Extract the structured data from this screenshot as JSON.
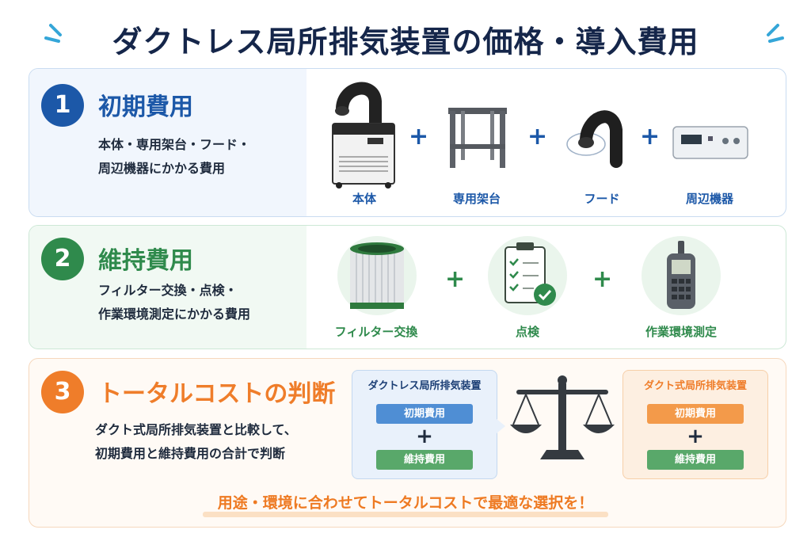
{
  "title": "ダクトレス局所排気装置の価格・導入費用",
  "section1": {
    "number": "1",
    "title": "初期費用",
    "desc_line1": "本体・専用架台・フード・",
    "desc_line2": "周辺機器にかかる費用",
    "items": [
      "本体",
      "専用架台",
      "フード",
      "周辺機器"
    ],
    "plus": "+"
  },
  "section2": {
    "number": "2",
    "title": "維持費用",
    "desc_line1": "フィルター交換・点検・",
    "desc_line2": "作業環境測定にかかる費用",
    "items": [
      "フィルター交換",
      "点検",
      "作業環境測定"
    ],
    "plus": "+"
  },
  "section3": {
    "number": "3",
    "title": "トータルコストの判断",
    "desc_line1": "ダクト式局所排気装置と比較して、",
    "desc_line2": "初期費用と維持費用の合計で判断",
    "compare_left": {
      "heading": "ダクトレス局所排気装置",
      "top": "初期費用",
      "bottom": "維持費用",
      "plus": "+"
    },
    "compare_right": {
      "heading": "ダクト式局所排気装置",
      "top": "初期費用",
      "bottom": "維持費用",
      "plus": "+"
    }
  },
  "footer": "用途・環境に合わせてトータルコストで最適な選択を！",
  "colors": {
    "navy": "#15264a",
    "blue": "#1c58a8",
    "green": "#2f8a4c",
    "orange": "#ef7d2a"
  }
}
